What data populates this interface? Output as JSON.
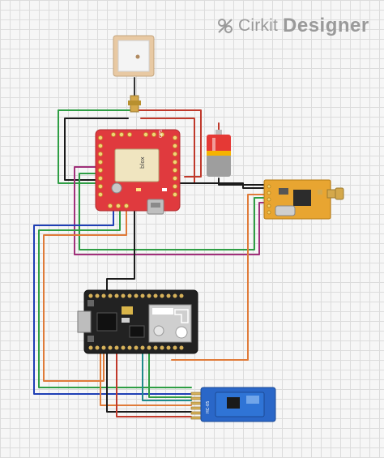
{
  "brand": {
    "name": "Cirkit",
    "product": "Designer"
  },
  "labels": {
    "gps_maker": "blox",
    "gps_module": "GPS",
    "bt_model": "HC-05"
  },
  "colors": {
    "wire_black": "#1a1a1a",
    "wire_red": "#c0392b",
    "wire_green": "#2e9e44",
    "wire_blue": "#1f3fb5",
    "wire_orange": "#e07b39",
    "wire_purple": "#a0307a",
    "wire_teal": "#1f8a8a",
    "gps_board": "#e03a3e",
    "esp_board": "#222222",
    "rf_board": "#e8a531",
    "bt_board": "#2a67c8"
  }
}
